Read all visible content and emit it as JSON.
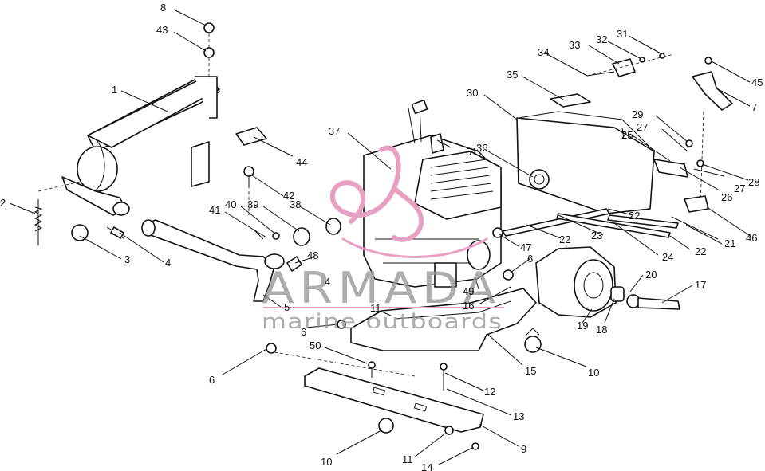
{
  "watermark": {
    "brand": "ARMADA",
    "tagline": "marine outboards",
    "accent_color": "#e8a0c2",
    "text_color": "#9a9a9a"
  },
  "callouts": [
    {
      "id": "c1",
      "text": "1"
    },
    {
      "id": "c2",
      "text": "2"
    },
    {
      "id": "c3",
      "text": "3"
    },
    {
      "id": "c4a",
      "text": "4"
    },
    {
      "id": "c4b",
      "text": "4"
    },
    {
      "id": "c5",
      "text": "5"
    },
    {
      "id": "c6a",
      "text": "6"
    },
    {
      "id": "c6b",
      "text": "6"
    },
    {
      "id": "c6c",
      "text": "6"
    },
    {
      "id": "c7",
      "text": "7"
    },
    {
      "id": "c8",
      "text": "8"
    },
    {
      "id": "c9",
      "text": "9"
    },
    {
      "id": "c10a",
      "text": "10"
    },
    {
      "id": "c10b",
      "text": "10"
    },
    {
      "id": "c11a",
      "text": "11"
    },
    {
      "id": "c11b",
      "text": "11"
    },
    {
      "id": "c12",
      "text": "12"
    },
    {
      "id": "c13",
      "text": "13"
    },
    {
      "id": "c14",
      "text": "14"
    },
    {
      "id": "c15",
      "text": "15"
    },
    {
      "id": "c16",
      "text": "16"
    },
    {
      "id": "c17",
      "text": "17"
    },
    {
      "id": "c18",
      "text": "18"
    },
    {
      "id": "c19",
      "text": "19"
    },
    {
      "id": "c20",
      "text": "20"
    },
    {
      "id": "c21",
      "text": "21"
    },
    {
      "id": "c22a",
      "text": "22"
    },
    {
      "id": "c22b",
      "text": "22"
    },
    {
      "id": "c22c",
      "text": "22"
    },
    {
      "id": "c23",
      "text": "23"
    },
    {
      "id": "c24",
      "text": "24"
    },
    {
      "id": "c25",
      "text": "25"
    },
    {
      "id": "c26",
      "text": "26"
    },
    {
      "id": "c27a",
      "text": "27"
    },
    {
      "id": "c27b",
      "text": "27"
    },
    {
      "id": "c28",
      "text": "28"
    },
    {
      "id": "c29",
      "text": "29"
    },
    {
      "id": "c30",
      "text": "30"
    },
    {
      "id": "c31",
      "text": "31"
    },
    {
      "id": "c32",
      "text": "32"
    },
    {
      "id": "c33",
      "text": "33"
    },
    {
      "id": "c34",
      "text": "34"
    },
    {
      "id": "c35",
      "text": "35"
    },
    {
      "id": "c36",
      "text": "36"
    },
    {
      "id": "c37",
      "text": "37"
    },
    {
      "id": "c38",
      "text": "38"
    },
    {
      "id": "c39",
      "text": "39"
    },
    {
      "id": "c40",
      "text": "40"
    },
    {
      "id": "c41",
      "text": "41"
    },
    {
      "id": "c42",
      "text": "42"
    },
    {
      "id": "c43",
      "text": "43"
    },
    {
      "id": "c44",
      "text": "44"
    },
    {
      "id": "c45",
      "text": "45"
    },
    {
      "id": "c46",
      "text": "46"
    },
    {
      "id": "c47",
      "text": "47"
    },
    {
      "id": "c48",
      "text": "48"
    },
    {
      "id": "c49",
      "text": "49"
    },
    {
      "id": "c50",
      "text": "50"
    },
    {
      "id": "c51",
      "text": "51"
    }
  ]
}
